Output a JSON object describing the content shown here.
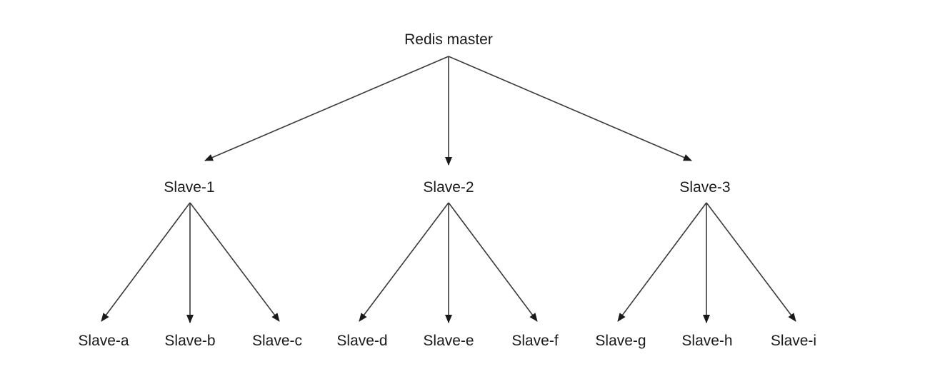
{
  "diagram": {
    "root": {
      "id": "master",
      "label": "Redis master"
    },
    "level1": [
      {
        "id": "s1",
        "label": "Slave-1"
      },
      {
        "id": "s2",
        "label": "Slave-2"
      },
      {
        "id": "s3",
        "label": "Slave-3"
      }
    ],
    "level2": [
      {
        "id": "sa",
        "label": "Slave-a",
        "parent": "s1"
      },
      {
        "id": "sb",
        "label": "Slave-b",
        "parent": "s1"
      },
      {
        "id": "sc",
        "label": "Slave-c",
        "parent": "s1"
      },
      {
        "id": "sd",
        "label": "Slave-d",
        "parent": "s2"
      },
      {
        "id": "se",
        "label": "Slave-e",
        "parent": "s2"
      },
      {
        "id": "sf",
        "label": "Slave-f",
        "parent": "s2"
      },
      {
        "id": "sg",
        "label": "Slave-g",
        "parent": "s3"
      },
      {
        "id": "sh",
        "label": "Slave-h",
        "parent": "s3"
      },
      {
        "id": "si",
        "label": "Slave-i",
        "parent": "s3"
      }
    ],
    "colors": {
      "text": "#1a1a1a",
      "edge": "#3a3a3a",
      "background": "#ffffff"
    }
  }
}
